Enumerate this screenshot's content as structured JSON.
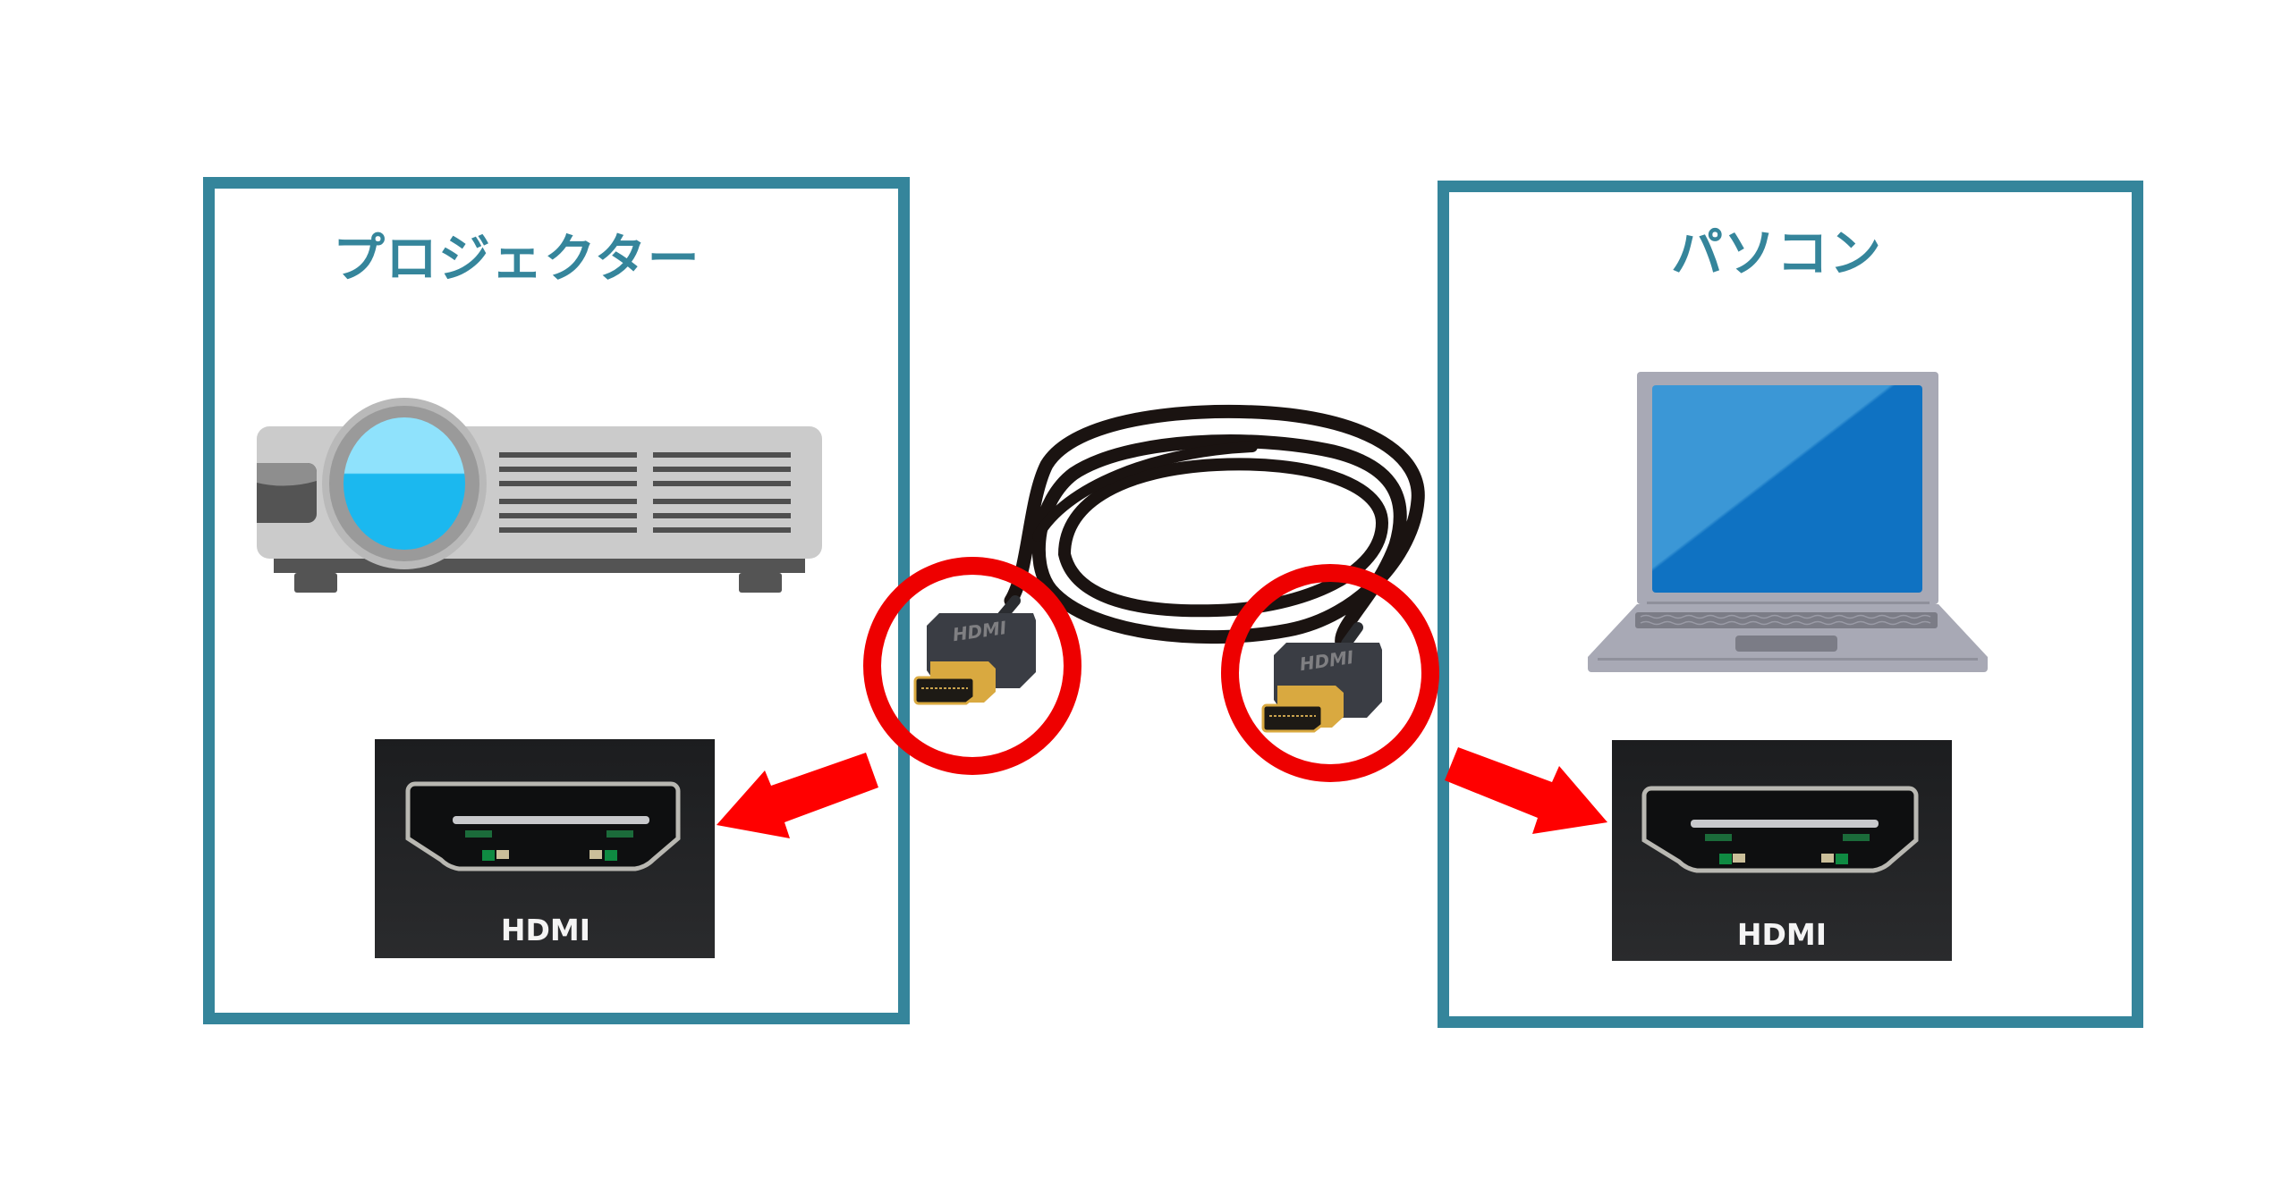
{
  "diagram": {
    "title": "HDMI connection: projector to PC",
    "colors": {
      "frame": "#35859b",
      "title_text": "#35859b",
      "highlight_circle": "#ee0000",
      "arrow": "#ff0000",
      "cable": "#1a1311",
      "plug_body": "#3a3d44",
      "plug_tip": "#d9a940"
    }
  },
  "projector_panel": {
    "title": "プロジェクター",
    "device_icon": "projector-icon",
    "port_photo": {
      "icon": "hdmi-port-icon",
      "label": "HDMI"
    }
  },
  "pc_panel": {
    "title": "パソコン",
    "device_icon": "laptop-icon",
    "port_photo": {
      "icon": "hdmi-port-icon",
      "label": "HDMI"
    }
  },
  "cable": {
    "icon": "hdmi-cable-icon",
    "left_plug_label": "HDMI",
    "right_plug_label": "HDMI"
  },
  "arrows": [
    {
      "name": "arrow-to-projector-port",
      "direction": "left-down"
    },
    {
      "name": "arrow-to-pc-port",
      "direction": "right-down"
    }
  ]
}
